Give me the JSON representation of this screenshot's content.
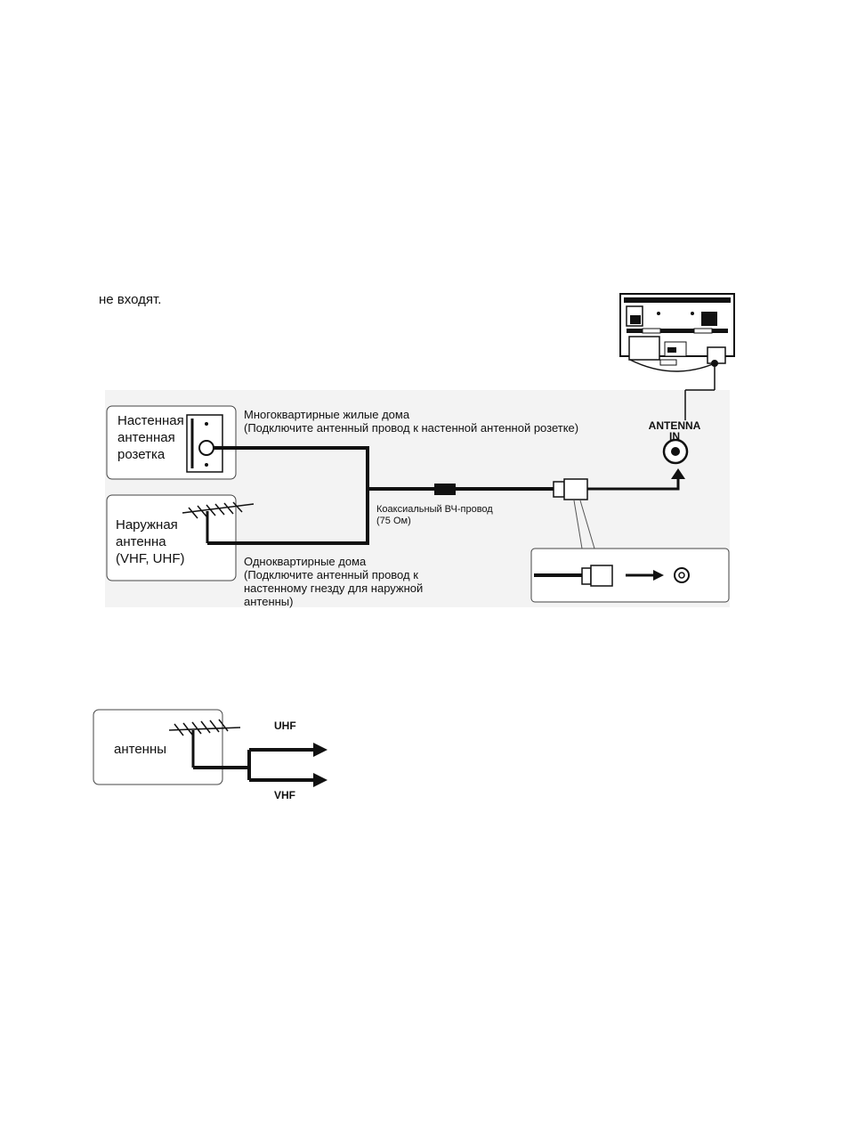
{
  "intro_text": "не входят.",
  "connection_diagram": {
    "wall_outlet_label": "Настенная\nантенная\nрозетка",
    "outdoor_antenna_label": "Наружная\nантенна\n(VHF, UHF)",
    "apartment_text": "Многоквартирные жилые дома\n(Подключите антенный провод к настенной антенной розетке)",
    "coax_cable_text": "Коаксиальный ВЧ-провод\n(75 Ом)",
    "single_home_text": "Одноквартирные дома\n(Подключите антенный провод к\nнастенному гнезду для наружной\nантенны)",
    "antenna_in_line1": "ANTENNA",
    "antenna_in_line2": "IN"
  },
  "split_diagram": {
    "antenna_label": "антенны",
    "uhf_label": "UHF",
    "vhf_label": "VHF"
  }
}
